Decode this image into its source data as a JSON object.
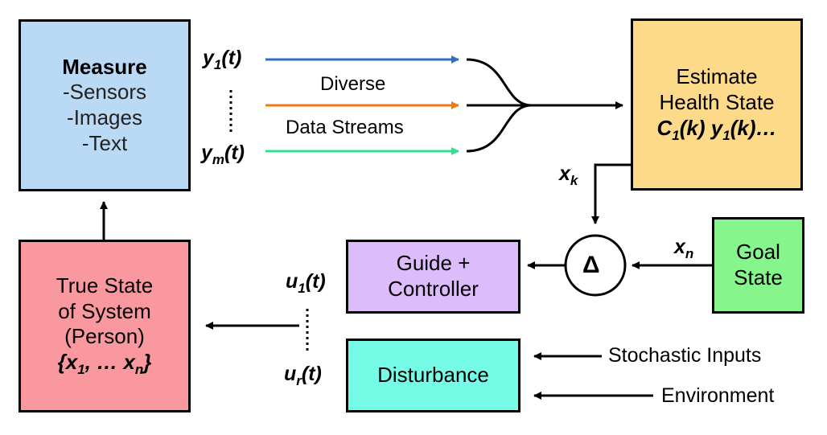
{
  "measure": {
    "title": "Measure",
    "items": [
      "-Sensors",
      "-Images",
      "-Text"
    ],
    "color": "#b9d9f5"
  },
  "streams": {
    "y_first": "y",
    "y_first_sub": "1",
    "y_last": "y",
    "y_last_sub": "m",
    "suffix": "(t)",
    "label_top": "Diverse",
    "label_bottom": "Data Streams",
    "colors": [
      "#2f6fbd",
      "#ee7a14",
      "#2fe38c"
    ]
  },
  "estimate": {
    "line1": "Estimate",
    "line2": "Health State",
    "formula_c": "C",
    "formula_c_sub": "1",
    "formula_c_rest": "(k) ",
    "formula_y": "y",
    "formula_y_sub": "1",
    "formula_y_rest": "(k)…",
    "color": "#fdd98a"
  },
  "xk": {
    "base": "x",
    "sub": "k"
  },
  "xn": {
    "base": "x",
    "sub": "n"
  },
  "delta": {
    "symbol": "Δ"
  },
  "goal": {
    "line1": "Goal",
    "line2": "State",
    "color": "#86f58c"
  },
  "guide": {
    "line1": "Guide +",
    "line2": "Controller",
    "color": "#dcbcfb"
  },
  "disturbance": {
    "label": "Disturbance",
    "color": "#75fbe6"
  },
  "inputs": {
    "stochastic": "Stochastic Inputs",
    "environment": "Environment"
  },
  "controls": {
    "u_first": "u",
    "u_first_sub": "1",
    "u_last": "u",
    "u_last_sub": "r",
    "suffix": "(t)"
  },
  "true_state": {
    "line1": "True State",
    "line2": "of System",
    "line3": "(Person)",
    "set_open": "{x",
    "set_sub1": "1",
    "set_mid": ", … x",
    "set_subn": "n",
    "set_close": "}",
    "color": "#fa98a0"
  }
}
